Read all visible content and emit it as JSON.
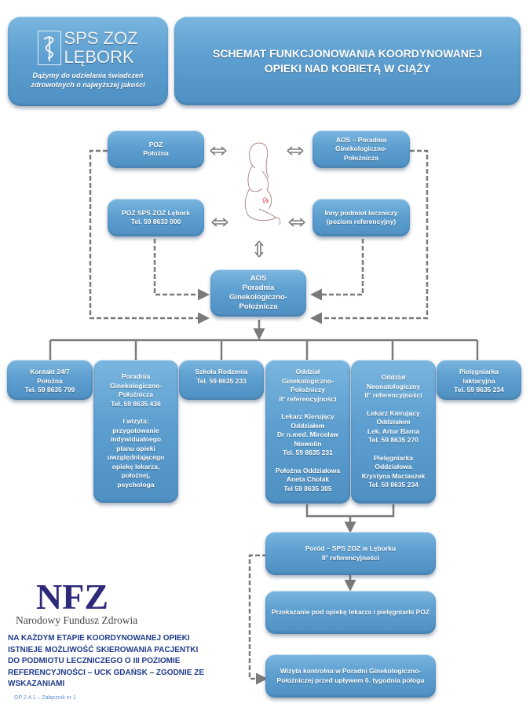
{
  "header": {
    "logo_lines": [
      "SPS ZOZ",
      "LĘBORK"
    ],
    "motto_lines": [
      "Dążymy do udzielania świadczeń",
      "zdrowotnych o najwyższej jakości"
    ],
    "title_lines": [
      "SCHEMAT FUNKCJONOWANIA KOORDYNOWANEJ",
      "OPIEKI NAD KOBIETĄ W CIĄŻY"
    ]
  },
  "upper": {
    "poz_polozna": [
      "POZ",
      "Położna"
    ],
    "aos_top": [
      "AOS – Poradnia",
      "Ginekologiczno-",
      "Położnicza"
    ],
    "poz_sps": [
      "POZ SPS ZOZ Lębork",
      "Tel. 59 8633 000"
    ],
    "inny_podmiot": [
      "Inny podmiot leczniczy",
      "(poziom referencyjny)"
    ],
    "aos_center": [
      "AOS",
      "Poradnia",
      "Ginekologiczno-",
      "Położnicza"
    ]
  },
  "branches": {
    "kontakt": [
      "Kontakt 24/7",
      "Położna",
      "Tel. 59 8635 799"
    ],
    "poradnia": {
      "head": [
        "Poradnia",
        "Ginekologiczno-",
        "Położnicza",
        "Tel. 59 8635 436"
      ],
      "visit": [
        "I wizyta:",
        "przygotowanie",
        "indywidualnego",
        "planu opieki",
        "uwzględniającego",
        "opiekę lekarza,",
        "położnej,",
        "psychologa"
      ]
    },
    "szkola": [
      "Szkoła Rodzenia",
      "Tel. 59 8635 233"
    ],
    "oddzial_gin": {
      "head": [
        "Oddział",
        "Ginekologiczno-",
        "Położniczy",
        "II° referencyjności"
      ],
      "doctor": [
        "Lekarz Kierujący",
        "Oddziałem",
        "Dr n.med. Mirosław",
        "Niewolin",
        "Tel. 59 8635 231"
      ],
      "midwife": [
        "Położna Oddziałowa",
        "Aneta Cholak",
        "Tel 59 8635 305"
      ]
    },
    "oddzial_neo": {
      "head": [
        "Oddział",
        "Neonatologiczny",
        "II° referencyjności"
      ],
      "doctor": [
        "Lekarz Kierujący",
        "Oddziałem",
        "Lek. Artur Barna",
        "Tel. 59 8635 270"
      ],
      "nurse": [
        "Pielęgniarka",
        "Oddziałowa",
        "Krystyna Maciaszek",
        "Tel. 59 8635 234"
      ]
    },
    "pielegniarka": [
      "Pielęgniarka",
      "laktacyjna",
      "Tel. 59 8635 234"
    ]
  },
  "lower": {
    "porod": [
      "Poród – SPS ZOZ w Lęborku",
      "II° referencyjności"
    ],
    "przekazanie": [
      "Przekazanie pod opiekę lekarza i pielęgniarki POZ"
    ],
    "wizyta": [
      "Wizyta kontrolna w Poradni Ginekologiczno-",
      "Położniczej przed upływem 6. tygodnia połogu"
    ]
  },
  "footer": {
    "nfz_logo": "NFZ",
    "nfz_name": "Narodowy Fundusz Zdrowia",
    "note_lines": [
      "NA KAŻDYM ETAPIE KOORDYNOWANEJ OPIEKI",
      "ISTNIEJE MOŻLIWOŚĆ SKIEROWANIA PACJENTKI",
      "DO PODMIOTU LECZNICZEGO O III POZIOMIE",
      "REFERENCYJNOŚCI – UCK GDAŃSK – ZGODNIE ZE",
      "WSKAZANIAMI"
    ],
    "reference": "OP 2.4.1 – Załącznik nr 1"
  },
  "icons": {
    "emblem": "caduceus-icon",
    "figure": "pregnant-woman-icon",
    "bi_arrow": "double-arrow-icon"
  },
  "colors": {
    "box_blue": "#5d9fd0",
    "connector_gray": "#7a7a7a",
    "note_navy": "#1f3a8a",
    "nfz_purple": "#2e2a7a",
    "reference_blue": "#5b8fd6"
  }
}
